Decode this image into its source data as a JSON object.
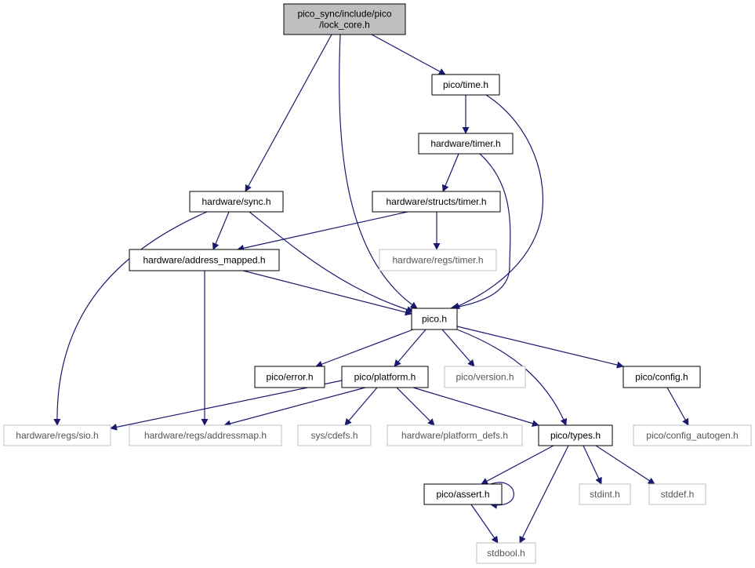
{
  "graph": {
    "colors": {
      "edge": "#191970",
      "root_fill": "#bfbfbf",
      "node_fill": "#ffffff",
      "node_border": "#000000",
      "external_border": "#bfbfbf",
      "external_text": "#555555"
    },
    "nodes": [
      {
        "id": "lock_core",
        "lines": [
          "pico_sync/include/pico",
          "/lock_core.h"
        ],
        "kind": "root"
      },
      {
        "id": "pico_time",
        "lines": [
          "pico/time.h"
        ],
        "kind": "internal"
      },
      {
        "id": "hardware_timer",
        "lines": [
          "hardware/timer.h"
        ],
        "kind": "internal"
      },
      {
        "id": "hardware_sync",
        "lines": [
          "hardware/sync.h"
        ],
        "kind": "internal"
      },
      {
        "id": "hardware_structs_timer",
        "lines": [
          "hardware/structs/timer.h"
        ],
        "kind": "internal"
      },
      {
        "id": "hardware_address_mapped",
        "lines": [
          "hardware/address_mapped.h"
        ],
        "kind": "internal"
      },
      {
        "id": "hardware_regs_timer",
        "lines": [
          "hardware/regs/timer.h"
        ],
        "kind": "external"
      },
      {
        "id": "pico_h",
        "lines": [
          "pico.h"
        ],
        "kind": "internal"
      },
      {
        "id": "pico_error",
        "lines": [
          "pico/error.h"
        ],
        "kind": "internal"
      },
      {
        "id": "pico_platform",
        "lines": [
          "pico/platform.h"
        ],
        "kind": "internal"
      },
      {
        "id": "pico_version",
        "lines": [
          "pico/version.h"
        ],
        "kind": "external"
      },
      {
        "id": "pico_config",
        "lines": [
          "pico/config.h"
        ],
        "kind": "internal"
      },
      {
        "id": "hardware_regs_sio",
        "lines": [
          "hardware/regs/sio.h"
        ],
        "kind": "external"
      },
      {
        "id": "hardware_regs_addressmap",
        "lines": [
          "hardware/regs/addressmap.h"
        ],
        "kind": "external"
      },
      {
        "id": "sys_cdefs",
        "lines": [
          "sys/cdefs.h"
        ],
        "kind": "external"
      },
      {
        "id": "hardware_platform_defs",
        "lines": [
          "hardware/platform_defs.h"
        ],
        "kind": "external"
      },
      {
        "id": "pico_types",
        "lines": [
          "pico/types.h"
        ],
        "kind": "internal"
      },
      {
        "id": "pico_config_autogen",
        "lines": [
          "pico/config_autogen.h"
        ],
        "kind": "external"
      },
      {
        "id": "pico_assert",
        "lines": [
          "pico/assert.h"
        ],
        "kind": "internal"
      },
      {
        "id": "stdint",
        "lines": [
          "stdint.h"
        ],
        "kind": "external"
      },
      {
        "id": "stddef",
        "lines": [
          "stddef.h"
        ],
        "kind": "external"
      },
      {
        "id": "stdbool",
        "lines": [
          "stdbool.h"
        ],
        "kind": "external"
      }
    ],
    "edges": [
      {
        "from": "lock_core",
        "to": "pico_time"
      },
      {
        "from": "lock_core",
        "to": "hardware_sync"
      },
      {
        "from": "lock_core",
        "to": "pico_h"
      },
      {
        "from": "pico_time",
        "to": "hardware_timer"
      },
      {
        "from": "pico_time",
        "to": "pico_h"
      },
      {
        "from": "hardware_timer",
        "to": "hardware_structs_timer"
      },
      {
        "from": "hardware_timer",
        "to": "pico_h"
      },
      {
        "from": "hardware_structs_timer",
        "to": "hardware_address_mapped"
      },
      {
        "from": "hardware_structs_timer",
        "to": "hardware_regs_timer"
      },
      {
        "from": "hardware_sync",
        "to": "hardware_address_mapped"
      },
      {
        "from": "hardware_sync",
        "to": "pico_h"
      },
      {
        "from": "hardware_sync",
        "to": "hardware_regs_sio"
      },
      {
        "from": "hardware_address_mapped",
        "to": "pico_h"
      },
      {
        "from": "hardware_address_mapped",
        "to": "hardware_regs_addressmap"
      },
      {
        "from": "pico_h",
        "to": "pico_error"
      },
      {
        "from": "pico_h",
        "to": "pico_platform"
      },
      {
        "from": "pico_h",
        "to": "pico_version"
      },
      {
        "from": "pico_h",
        "to": "pico_config"
      },
      {
        "from": "pico_h",
        "to": "pico_types"
      },
      {
        "from": "pico_platform",
        "to": "hardware_regs_sio"
      },
      {
        "from": "pico_platform",
        "to": "hardware_regs_addressmap"
      },
      {
        "from": "pico_platform",
        "to": "sys_cdefs"
      },
      {
        "from": "pico_platform",
        "to": "hardware_platform_defs"
      },
      {
        "from": "pico_platform",
        "to": "pico_types"
      },
      {
        "from": "pico_config",
        "to": "pico_config_autogen"
      },
      {
        "from": "pico_types",
        "to": "pico_assert"
      },
      {
        "from": "pico_types",
        "to": "stdint"
      },
      {
        "from": "pico_types",
        "to": "stddef"
      },
      {
        "from": "pico_types",
        "to": "stdbool"
      },
      {
        "from": "pico_assert",
        "to": "pico_assert"
      },
      {
        "from": "pico_assert",
        "to": "stdbool"
      }
    ]
  }
}
